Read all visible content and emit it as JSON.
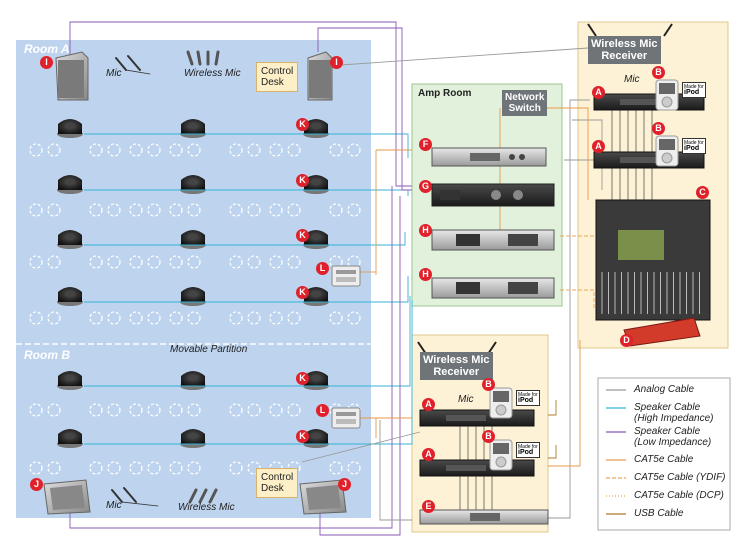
{
  "rooms": {
    "room_a": "Room A",
    "room_b": "Room B",
    "partition": "Movable Partition",
    "amp_room": "Amp Room"
  },
  "labels": {
    "mic": "Mic",
    "wireless_mic": "Wireless Mic",
    "control_desk": [
      "Control",
      "Desk"
    ],
    "network_switch": [
      "Network",
      "Switch"
    ],
    "wireless_receiver": [
      "Wireless Mic",
      "Receiver"
    ]
  },
  "markers": {
    "A": "A",
    "B": "B",
    "C": "C",
    "D": "D",
    "E": "E",
    "F": "F",
    "G": "G",
    "H": "H",
    "I": "I",
    "J": "J",
    "K": "K",
    "L": "L"
  },
  "badges": {
    "made_for": "Made for",
    "ipod": "iPod"
  },
  "legend": [
    {
      "label": [
        "Analog Cable"
      ],
      "color": "#9a9a9a",
      "dash": ""
    },
    {
      "label": [
        "Speaker Cable",
        "(High Impedance)"
      ],
      "color": "#35b3d6",
      "dash": ""
    },
    {
      "label": [
        "Speaker Cable",
        "(Low Impedance)"
      ],
      "color": "#8a5ab5",
      "dash": ""
    },
    {
      "label": [
        "CAT5e Cable"
      ],
      "color": "#e89a4a",
      "dash": ""
    },
    {
      "label": [
        "CAT5e Cable (YDIF)"
      ],
      "color": "#e8a85a",
      "dash": "4,2"
    },
    {
      "label": [
        "CAT5e Cable (DCP)"
      ],
      "color": "#e8a85a",
      "dash": "1,2"
    },
    {
      "label": [
        "USB Cable"
      ],
      "color": "#b07a2a",
      "dash": ""
    }
  ],
  "colors": {
    "room_bg": "#bdd3ee",
    "amp_bg": "#e2f1dc",
    "rack_bg": "#fdf2d6",
    "marker": "#e0202a"
  }
}
